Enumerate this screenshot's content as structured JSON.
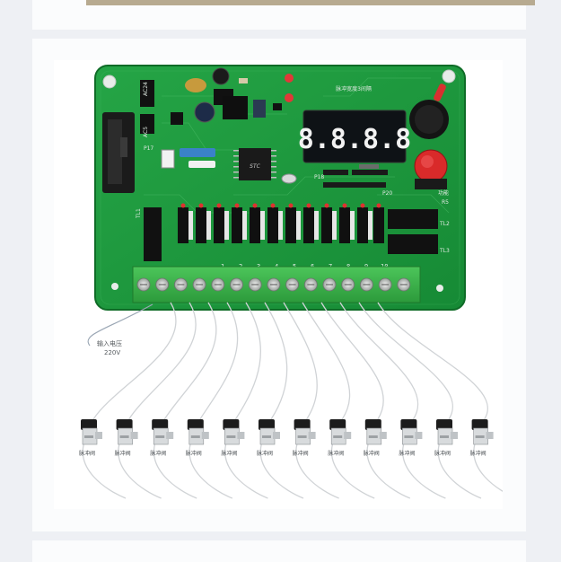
{
  "board": {
    "title": "脉冲宽度3间隔",
    "display": "8.8.8.8",
    "chip": "STC",
    "silk": {
      "ac24": "AC24",
      "ac5": "AC5",
      "p17": "P17",
      "p18": "P18",
      "p20": "P20",
      "gongneng": "功能",
      "tl1": "TL1",
      "tl2": "TL2",
      "tl3": "TL3",
      "r5": "R5"
    },
    "terminals": [
      "1",
      "2",
      "3",
      "4",
      "5",
      "6",
      "7",
      "8",
      "9",
      "10"
    ]
  },
  "voltage": {
    "line1": "输入电压",
    "line2": "220V"
  },
  "valves": {
    "label": "脉冲阀",
    "count": 12
  },
  "colors": {
    "pcb": "#1f9a3f",
    "pcb_dark": "#137a2e",
    "terminal": "#38b94a",
    "display_bg": "#101418",
    "knob": "#141414",
    "button": "#d92a2a"
  }
}
